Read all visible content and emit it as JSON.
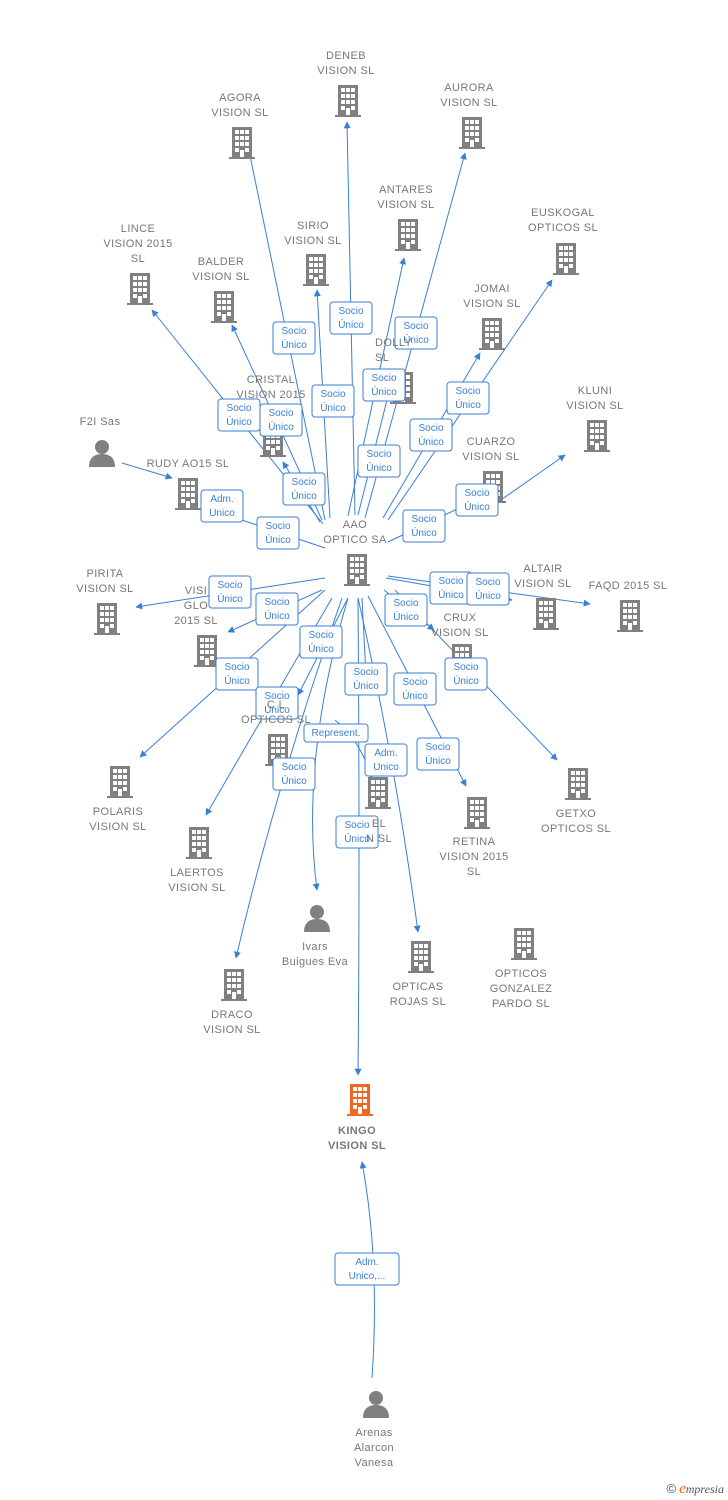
{
  "colors": {
    "edge": "#3a7fd5",
    "company": "#808080",
    "person": "#808080",
    "highlight": "#f26522"
  },
  "hub": {
    "label": [
      "AAO",
      "OPTICO SA"
    ]
  },
  "main_node": {
    "label": [
      "KINGO",
      "VISION  SL"
    ]
  },
  "nodes": [
    {
      "id": "deneb",
      "type": "company",
      "label": [
        "DENEB",
        "VISION  SL"
      ],
      "icon": "building-icon"
    },
    {
      "id": "agora",
      "type": "company",
      "label": [
        "AGORA",
        "VISION  SL"
      ],
      "icon": "building-icon"
    },
    {
      "id": "aurora",
      "type": "company",
      "label": [
        "AURORA",
        "VISION  SL"
      ],
      "icon": "building-icon"
    },
    {
      "id": "antares",
      "type": "company",
      "label": [
        "ANTARES",
        "VISION  SL"
      ],
      "icon": "building-icon"
    },
    {
      "id": "euskogal",
      "type": "company",
      "label": [
        "EUSKOGAL",
        "OPTICOS  SL"
      ],
      "icon": "building-icon"
    },
    {
      "id": "lince",
      "type": "company",
      "label": [
        "LINCE",
        "VISION 2015",
        "SL"
      ],
      "icon": "building-icon"
    },
    {
      "id": "sirio",
      "type": "company",
      "label": [
        "SIRIO",
        "VISION  SL"
      ],
      "icon": "building-icon"
    },
    {
      "id": "balder",
      "type": "company",
      "label": [
        "BALDER",
        "VISION  SL"
      ],
      "icon": "building-icon"
    },
    {
      "id": "jomai",
      "type": "company",
      "label": [
        "JOMAI",
        "VISION  SL"
      ],
      "icon": "building-icon"
    },
    {
      "id": "dolly",
      "type": "company",
      "label": [
        "DOLLY",
        "SL"
      ],
      "icon": "building-icon"
    },
    {
      "id": "cristal",
      "type": "company",
      "label": [
        "CRISTAL",
        "VISION 2015"
      ],
      "icon": "building-icon"
    },
    {
      "id": "kluni",
      "type": "company",
      "label": [
        "KLUNI",
        "VISION  SL"
      ],
      "icon": "building-icon"
    },
    {
      "id": "f2i",
      "type": "person",
      "label": [
        "F2I Sas"
      ],
      "icon": "person-icon"
    },
    {
      "id": "rudy",
      "type": "company",
      "label": [
        "RUDY AO15  SL"
      ],
      "icon": "building-icon"
    },
    {
      "id": "cuarzo",
      "type": "company",
      "label": [
        "CUARZO",
        "VISION  SL"
      ],
      "icon": "building-icon"
    },
    {
      "id": "pirita",
      "type": "company",
      "label": [
        "PIRITA",
        "VISION  SL"
      ],
      "icon": "building-icon"
    },
    {
      "id": "vision_global",
      "type": "company",
      "label": [
        "VISI",
        "GLO",
        "2015  SL"
      ],
      "icon": "building-icon"
    },
    {
      "id": "altair",
      "type": "company",
      "label": [
        "ALTAIR",
        "VISION  SL"
      ],
      "icon": "building-icon"
    },
    {
      "id": "faqd",
      "type": "company",
      "label": [
        "FAQD 2015  SL"
      ],
      "icon": "building-icon"
    },
    {
      "id": "crux",
      "type": "company",
      "label": [
        "CRUX",
        "VISION  SL"
      ],
      "icon": "building-icon"
    },
    {
      "id": "opticos_x",
      "type": "company",
      "label": [
        "C         L",
        "OPTICOS  SL"
      ],
      "icon": "building-icon"
    },
    {
      "id": "polaris",
      "type": "company",
      "label": [
        "POLARIS",
        "VISION  SL"
      ],
      "icon": "building-icon"
    },
    {
      "id": "getxo",
      "type": "company",
      "label": [
        "GETXO",
        "OPTICOS  SL"
      ],
      "icon": "building-icon"
    },
    {
      "id": "hidden_el",
      "type": "company",
      "label": [
        "EL",
        "N  SL"
      ],
      "icon": "building-icon"
    },
    {
      "id": "retina",
      "type": "company",
      "label": [
        "RETINA",
        "VISION 2015",
        "SL"
      ],
      "icon": "building-icon"
    },
    {
      "id": "laertos",
      "type": "company",
      "label": [
        "LAERTOS",
        "VISION  SL"
      ],
      "icon": "building-icon"
    },
    {
      "id": "ivars",
      "type": "person",
      "label": [
        "Ivars",
        "Buigues Eva"
      ],
      "icon": "person-icon"
    },
    {
      "id": "opticas_rojas",
      "type": "company",
      "label": [
        "OPTICAS",
        "ROJAS SL"
      ],
      "icon": "building-icon"
    },
    {
      "id": "opticos_gonzalez",
      "type": "company",
      "label": [
        "OPTICOS",
        "GONZALEZ",
        "PARDO  SL"
      ],
      "icon": "building-icon"
    },
    {
      "id": "draco",
      "type": "company",
      "label": [
        "DRACO",
        "VISION  SL"
      ],
      "icon": "building-icon"
    },
    {
      "id": "arenas",
      "type": "person",
      "label": [
        "Arenas",
        "Alarcon",
        "Vanesa"
      ],
      "icon": "person-icon"
    }
  ],
  "edge_labels": [
    {
      "id": "e_sirio",
      "lines": [
        "Socio",
        "Único"
      ]
    },
    {
      "id": "e_agora",
      "lines": [
        "Socio",
        "Único"
      ]
    },
    {
      "id": "e_aurora",
      "lines": [
        "Socio",
        "Único"
      ]
    },
    {
      "id": "e_dolly",
      "lines": [
        "Socio",
        "Único"
      ]
    },
    {
      "id": "e_jomai",
      "lines": [
        "Socio",
        "Único"
      ]
    },
    {
      "id": "e_balder",
      "lines": [
        "Socio",
        "Único"
      ]
    },
    {
      "id": "e_lince",
      "lines": [
        "Socio",
        "Único"
      ]
    },
    {
      "id": "e_cristal",
      "lines": [
        "Socio",
        "Único"
      ]
    },
    {
      "id": "e_antares",
      "lines": [
        "Socio",
        "Único"
      ]
    },
    {
      "id": "e_euskogal",
      "lines": [
        "Socio",
        "Único"
      ]
    },
    {
      "id": "e_cuarzo",
      "lines": [
        "Socio",
        "Único"
      ]
    },
    {
      "id": "e_deneb",
      "lines": [
        "Socio",
        "Único"
      ]
    },
    {
      "id": "e_f2i_rudy",
      "lines": [
        "Adm.",
        "Unico"
      ]
    },
    {
      "id": "e_rudy",
      "lines": [
        "Socio",
        "Único"
      ]
    },
    {
      "id": "e_kluni",
      "lines": [
        "Socio",
        "Único"
      ]
    },
    {
      "id": "e_pirita",
      "lines": [
        "Socio",
        "Único"
      ]
    },
    {
      "id": "e_visglo",
      "lines": [
        "Socio",
        "Único"
      ]
    },
    {
      "id": "e_altair",
      "lines": [
        "Socio",
        "Único"
      ]
    },
    {
      "id": "e_faqd",
      "lines": [
        "Socio",
        "Único"
      ]
    },
    {
      "id": "e_crux",
      "lines": [
        "Socio",
        "Único"
      ]
    },
    {
      "id": "e_polaris",
      "lines": [
        "Socio",
        "Único"
      ]
    },
    {
      "id": "e_laertos",
      "lines": [
        "Socio",
        "Único"
      ]
    },
    {
      "id": "e_el",
      "lines": [
        "Socio",
        "Único"
      ]
    },
    {
      "id": "e_getxo",
      "lines": [
        "Socio",
        "Único"
      ]
    },
    {
      "id": "e_opticos_x",
      "lines": [
        "Socio",
        "Único"
      ]
    },
    {
      "id": "e_rojas",
      "lines": [
        "Socio",
        "Único"
      ]
    },
    {
      "id": "e_ivars",
      "lines": [
        "Represent."
      ]
    },
    {
      "id": "e_ivars_el",
      "lines": [
        "Adm.",
        "Unico"
      ]
    },
    {
      "id": "e_retina",
      "lines": [
        "Socio",
        "Único"
      ]
    },
    {
      "id": "e_draco",
      "lines": [
        "Socio",
        "Único"
      ]
    },
    {
      "id": "e_kingo",
      "lines": [
        "Socio",
        "Único"
      ]
    },
    {
      "id": "e_arenas",
      "lines": [
        "Adm.",
        "Unico,..."
      ]
    }
  ],
  "footer": {
    "copyright": "©",
    "brand_initial": "e",
    "brand_rest": "mpresia"
  }
}
